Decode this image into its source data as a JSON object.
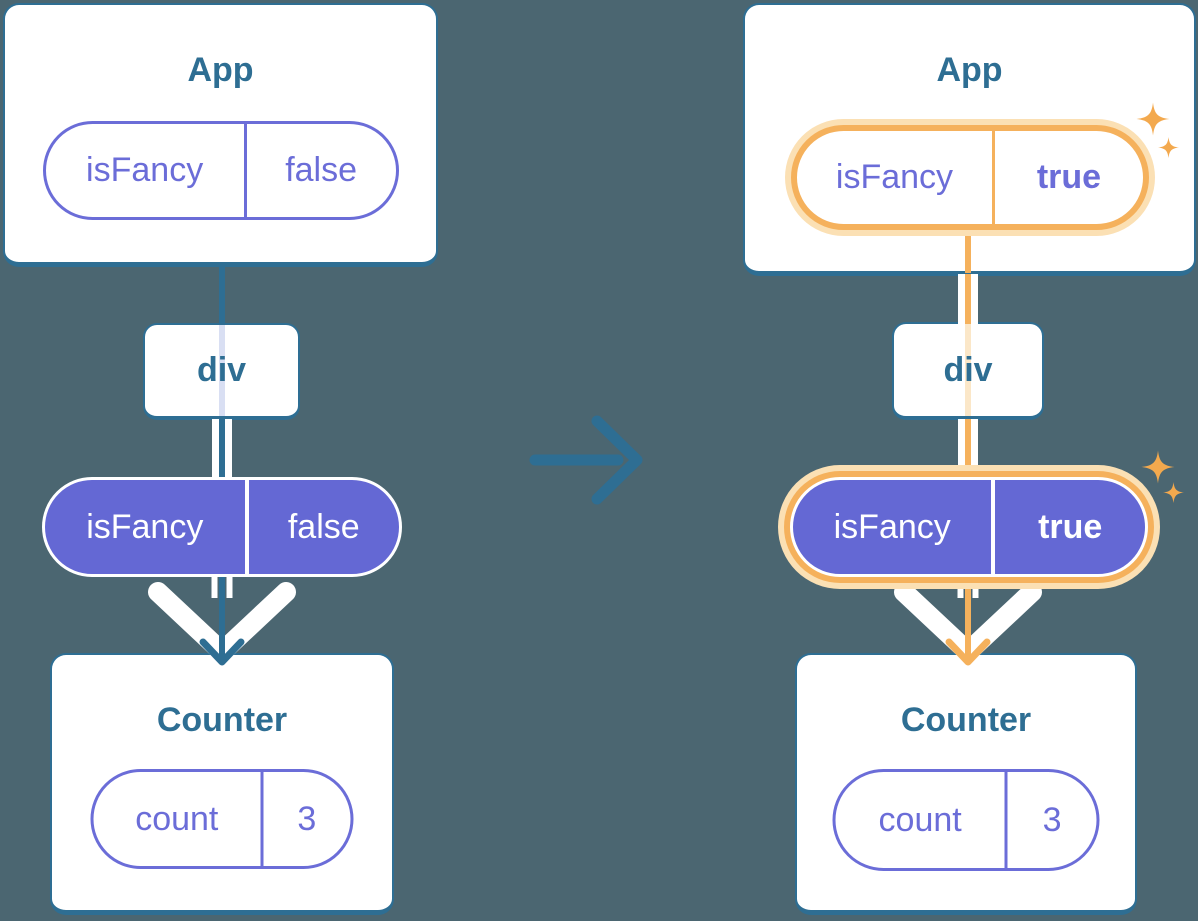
{
  "colors": {
    "background": "#4B6671",
    "teal": "#2E6E93",
    "purple": "#6B6DD8",
    "purple_fill": "#6468D4",
    "orange": "#F5B15C",
    "orange_bright": "#F3A94E",
    "orange_pale": "#FBE0B4",
    "stripe_blue": "#D9DFF3",
    "stripe_orange": "#FBE7C8"
  },
  "transition": {
    "icon": "right-arrow-icon"
  },
  "trees": {
    "before": {
      "app": {
        "title": "App",
        "prop": {
          "name": "isFancy",
          "value": "false"
        }
      },
      "div": {
        "label": "div"
      },
      "pill": {
        "name": "isFancy",
        "value": "false"
      },
      "counter": {
        "title": "Counter",
        "state": {
          "name": "count",
          "value": "3"
        }
      }
    },
    "after": {
      "app": {
        "title": "App",
        "prop": {
          "name": "isFancy",
          "value": "true"
        }
      },
      "div": {
        "label": "div"
      },
      "pill": {
        "name": "isFancy",
        "value": "true"
      },
      "counter": {
        "title": "Counter",
        "state": {
          "name": "count",
          "value": "3"
        }
      }
    }
  }
}
